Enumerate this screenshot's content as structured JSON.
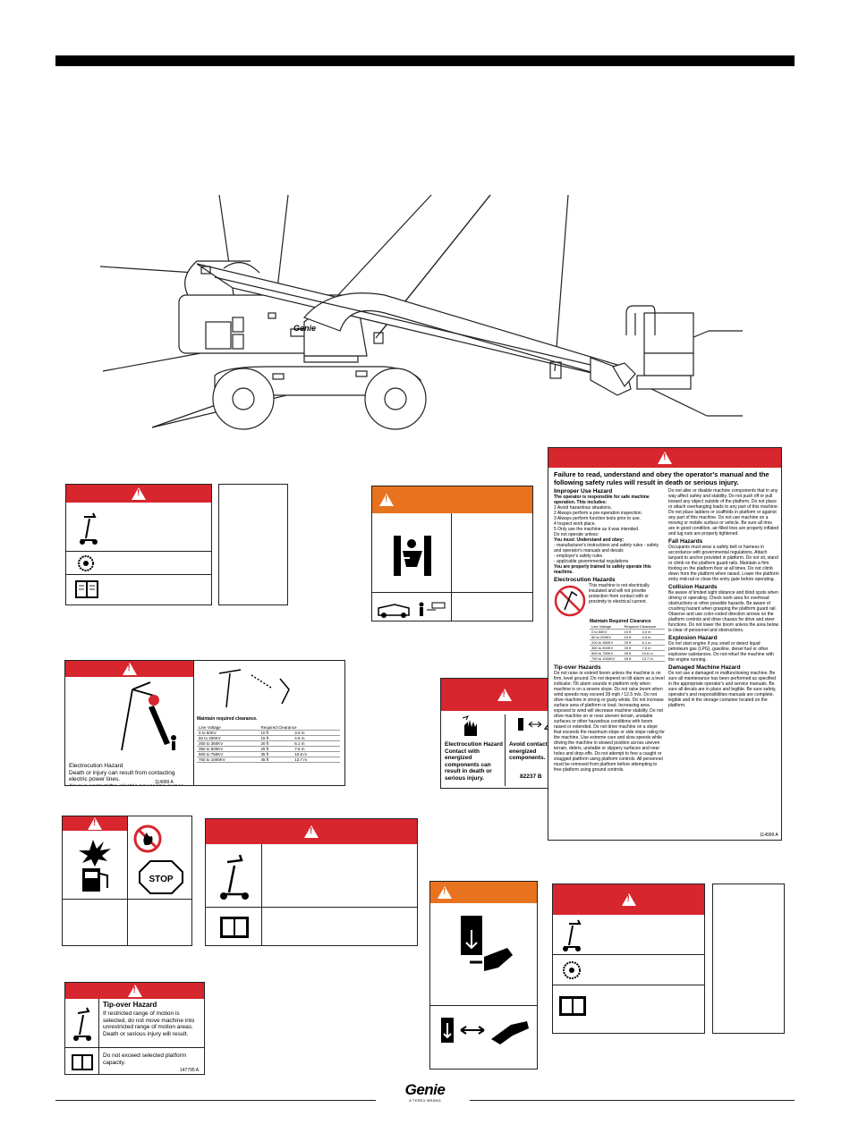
{
  "logo": {
    "brand": "Genie",
    "tagline": "A TEREX BRAND"
  },
  "machine": {
    "side_logo": "Genie"
  },
  "decal_electrocution_small": {
    "text": "Electrocution Hazard\nDeath or injury can result from contacting electric power lines.\nAlways contact the electric power line owner. The electric power shall be disconnected or the power lines moved or insulated before machine operations begin.",
    "part_no": "114999 A",
    "table_title": "Maintain required clearance.",
    "table_headers": [
      "Line Voltage",
      "Required Clearance"
    ],
    "rows": [
      [
        "0 to 50KV",
        "10 ft",
        "3.0 m"
      ],
      [
        "50 to 200KV",
        "15 ft",
        "4.6 m"
      ],
      [
        "200 to 350KV",
        "20 ft",
        "6.1 m"
      ],
      [
        "350 to 500KV",
        "25 ft",
        "7.6 m"
      ],
      [
        "500 to 750KV",
        "35 ft",
        "10.6 m"
      ],
      [
        "750 to 1000KV",
        "45 ft",
        "13.7 m"
      ]
    ]
  },
  "decal_energized": {
    "left_text": "Electrocution Hazard\nContact with energized components can result in death or serious injury.",
    "right_text": "Avoid contact with energized components.",
    "part_no": "82237 B"
  },
  "decal_tipover": {
    "title": "Tip-over Hazard",
    "text": "If restricted range of motion is selected, do not move machine into unrestricted range of motion areas. Death or serious injury will result.",
    "bottom": "Do not exceed selected platform capacity.",
    "part_no": "147795 A"
  },
  "decal_safety": {
    "headline": "Failure to read, understand and obey the operator's manual and the following safety rules will result in death or serious injury.",
    "improper_title": "Improper Use Hazard",
    "improper_intro": "The operator is responsible for safe machine operation. This includes:",
    "improper_list": [
      "1  Avoid hazardous situations.",
      "2  Always perform a pre-operation inspection.",
      "3  Always perform function tests prior to use.",
      "4  Inspect work place.",
      "5  Only use the machine as it was intended."
    ],
    "improper_note": "Do not operate unless:",
    "obey_title": "You must: Understand and obey:",
    "obey_list": [
      "- manufacturer's instructions and safety rules - safety and operator's manuals and decals",
      "- employer's safety rules",
      "- applicable governmental regulations"
    ],
    "trained": "You are properly trained to safely operate this machine.",
    "electro_title": "Electrocution Hazards",
    "electro_text": "This machine is not electrically insulated and will not provide protection from contact with or proximity to electrical current.",
    "clear_title": "Maintain Required Clearance",
    "clear_headers": [
      "Line Voltage",
      "Required Clearance"
    ],
    "clear_rows": [
      [
        "0 to 50KV",
        "10 ft",
        "3.0 m"
      ],
      [
        "50 to 200KV",
        "15 ft",
        "4.6 m"
      ],
      [
        "200 to 350KV",
        "20 ft",
        "6.1 m"
      ],
      [
        "350 to 500KV",
        "25 ft",
        "7.6 m"
      ],
      [
        "500 to 750KV",
        "35 ft",
        "10.6 m"
      ],
      [
        "750 to 1000KV",
        "45 ft",
        "13.7 m"
      ]
    ],
    "tip_title": "Tip-over Hazards",
    "tip_text": "Do not raise or extend boom unless the machine is on firm, level ground. Do not depend on tilt alarm as a level indicator. Tilt alarm sounds in platform only when machine is on a severe slope. Do not raise boom when wind speeds may exceed 28 mph / 12.5 m/s. Do not drive machine in strong or gusty winds. Do not increase surface area of platform or load. Increasing area exposed to wind will decrease machine stability. Do not drive machine on or near uneven terrain, unstable surfaces or other hazardous conditions with boom raised or extended. Do not drive machine on a slope that exceeds the maximum slope or side slope rating for the machine. Use extreme care and slow speeds while driving the machine in stowed position across uneven terrain, debris, unstable or slippery surfaces and near holes and drop-offs. Do not attempt to free a caught or snagged platform using platform controls. All personnel must be removed from platform before attempting to free platform using ground controls.",
    "right_top": "Do not alter or disable machine components that in any way affect safety and stability. Do not push off or pull toward any object outside of the platform. Do not place or attach overhanging loads to any part of this machine. Do not place ladders or scaffolds in platform or against any part of this machine. Do not use machine on a moving or mobile surface or vehicle. Be sure all tires are in good condition, air-filled tires are properly inflated and lug nuts are properly tightened.",
    "fall_title": "Fall Hazards",
    "fall_text": "Occupants must wear a safety belt or harness in accordance with governmental regulations. Attach lanyard to anchor provided in platform. Do not sit, stand or climb on the platform guard rails. Maintain a firm footing on the platform floor at all times. Do not climb down from the platform when raised. Lower the platform entry mid-rail or close the entry gate before operating.",
    "collision_title": "Collision Hazards",
    "collision_text": "Be aware of limited sight distance and blind spots when driving or operating. Check work area for overhead obstructions or other possible hazards. Be aware of crushing hazard when grasping the platform guard rail. Observe and use color-coded direction arrows on the platform controls and drive chassis for drive and steer functions. Do not lower the boom unless the area below is clear of personnel and obstructions.",
    "explosion_title": "Explosion Hazard",
    "explosion_text": "Do not start engine if you smell or detect liquid petroleum gas (LPG), gasoline, diesel fuel or other explosive substances. Do not refuel the machine with the engine running.",
    "damaged_title": "Damaged Machine Hazard",
    "damaged_text": "Do not use a damaged or malfunctioning machine. Be sure all maintenance has been performed as specified in the appropriate operator's and service manuals. Be sure all decals are in place and legible. Be sure safety, operator's and responsibilities manuals are complete, legible and in the storage container located on the platform.",
    "part_no": "114999 A"
  },
  "colors": {
    "danger": "#d7262e",
    "warning": "#e8731f",
    "text": "#000000"
  },
  "icons": [
    "warning-triangle-icon",
    "boom-lift-icon",
    "manual-book-icon",
    "gear-crush-icon",
    "no-fire-icon",
    "stop-sign-icon",
    "fuel-pump-explosion-icon",
    "crush-hand-icon",
    "electric-hand-icon"
  ]
}
